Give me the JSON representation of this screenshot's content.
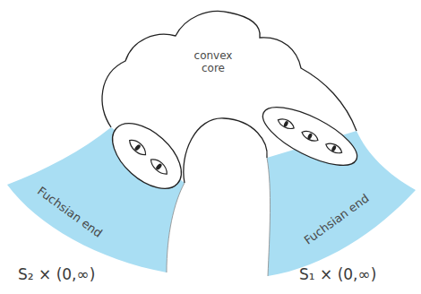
{
  "diagram": {
    "nodes": [
      {
        "text": [
          "convex core"
        ]
      },
      {
        "text": [
          "Fuchsian end"
        ]
      },
      {
        "text": [
          "Fuchsian end"
        ]
      }
    ],
    "labels": [
      "S₂ × (0,∞)",
      "S₁ × (0,∞)"
    ]
  }
}
